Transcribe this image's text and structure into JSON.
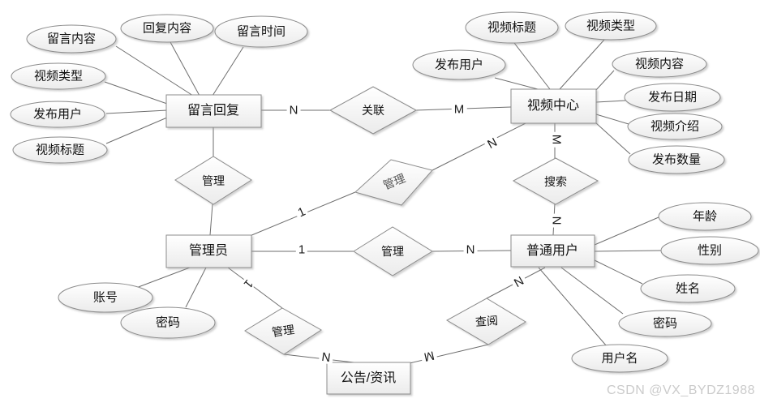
{
  "watermark": "CSDN @VX_BYDZ1988",
  "entities": {
    "message_reply": "留言回复",
    "video_center": "视频中心",
    "admin": "管理员",
    "normal_user": "普通用户",
    "announcement": "公告/资讯"
  },
  "relationships": {
    "association": "关联",
    "manage_reply": "管理",
    "manage_video": "管理",
    "search": "搜索",
    "manage_user": "管理",
    "manage_announcement": "管理",
    "view": "查阅"
  },
  "attributes": {
    "message_reply": [
      "留言内容",
      "回复内容",
      "留言时间",
      "视频类型",
      "发布用户",
      "视频标题"
    ],
    "video_center": [
      "视频标题",
      "视频类型",
      "发布用户",
      "视频内容",
      "发布日期",
      "视频介绍",
      "发布数量"
    ],
    "admin": [
      "账号",
      "密码"
    ],
    "normal_user": [
      "年龄",
      "性别",
      "姓名",
      "密码",
      "用户名"
    ]
  },
  "cardinalities": {
    "reply_association": "N",
    "association_video": "M",
    "video_search": "M",
    "search_user": "N",
    "video_manage": "N",
    "manage_to_admin": "1",
    "admin_to_manage_user": "1",
    "manage_user_to_user": "N",
    "admin_to_manage_announce": "1",
    "manage_announce_to_announce": "N",
    "announce_to_view": "M",
    "view_to_user": "N"
  },
  "colors": {
    "line": "#6e6e6e",
    "shape_border": "#8c8c8c",
    "shape_fill_top": "#ffffff",
    "shape_fill_bottom": "#ebebeb",
    "watermark": "#cbcbcb"
  }
}
